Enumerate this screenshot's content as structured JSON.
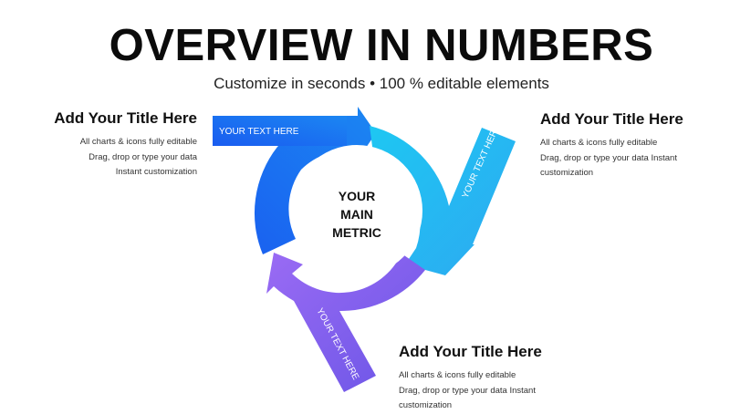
{
  "header": {
    "title": "OVERVIEW IN NUMBERS",
    "subtitle": "Customize in seconds • 100 % editable elements"
  },
  "blocks": [
    {
      "title": "Add Your Title Here",
      "text": "All charts & icons fully editable Drag, drop or type your data Instant customization"
    },
    {
      "title": "Add Your Title Here",
      "text": "All charts & icons fully editable Drag, drop or type your data Instant customization"
    },
    {
      "title": "Add Your Title Here",
      "text": "All charts & icons fully editable Drag, drop or type your data Instant customization"
    }
  ],
  "diagram": {
    "center_label": "YOUR MAIN METRIC",
    "arrows": [
      {
        "label": "YOUR TEXT HERE",
        "color_start": "#1a5cf0",
        "color_end": "#1b86f2"
      },
      {
        "label": "YOUR TEXT HERE",
        "color_start": "#1ec7f2",
        "color_end": "#2da9f1"
      },
      {
        "label": "YOUR TEXT HERE",
        "color_start": "#9a6bf4",
        "color_end": "#6a55e6"
      }
    ]
  }
}
